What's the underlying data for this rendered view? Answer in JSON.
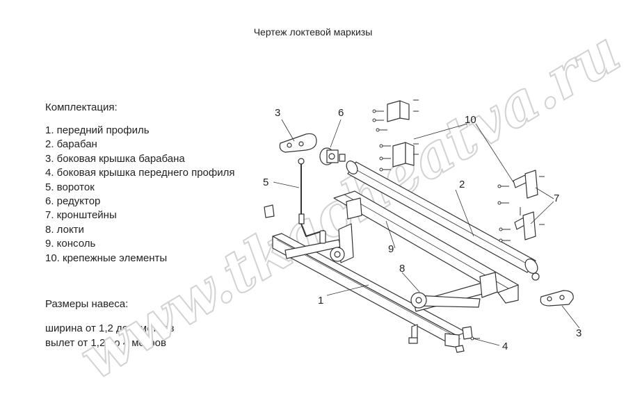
{
  "title": "Чертеж локтевой маркизы",
  "kit": {
    "heading": "Комплектация:",
    "items": [
      "1. передний профиль",
      "2. барабан",
      "3. боковая крышка барабана",
      "4. боковая крышка переднего профиля",
      "5. вороток",
      "6. редуктор",
      "7. кронштейны",
      "8. локти",
      "9. консоль",
      "10. крепежные элементы"
    ]
  },
  "sizes": {
    "heading": "Размеры навеса:",
    "lines": [
      "ширина от 1,2 до 7 метров",
      "вылет от 1,2 до 4 метров"
    ]
  },
  "watermark": "www.tkacheatva.ru",
  "callouts": {
    "c1": "1",
    "c2": "2",
    "c3a": "3",
    "c3b": "3",
    "c4": "4",
    "c5": "5",
    "c6": "6",
    "c7": "7",
    "c8": "8",
    "c9": "9",
    "c10": "10"
  },
  "colors": {
    "line": "#333333",
    "watermark_outline": "#d2d2d2",
    "background": "#ffffff"
  }
}
